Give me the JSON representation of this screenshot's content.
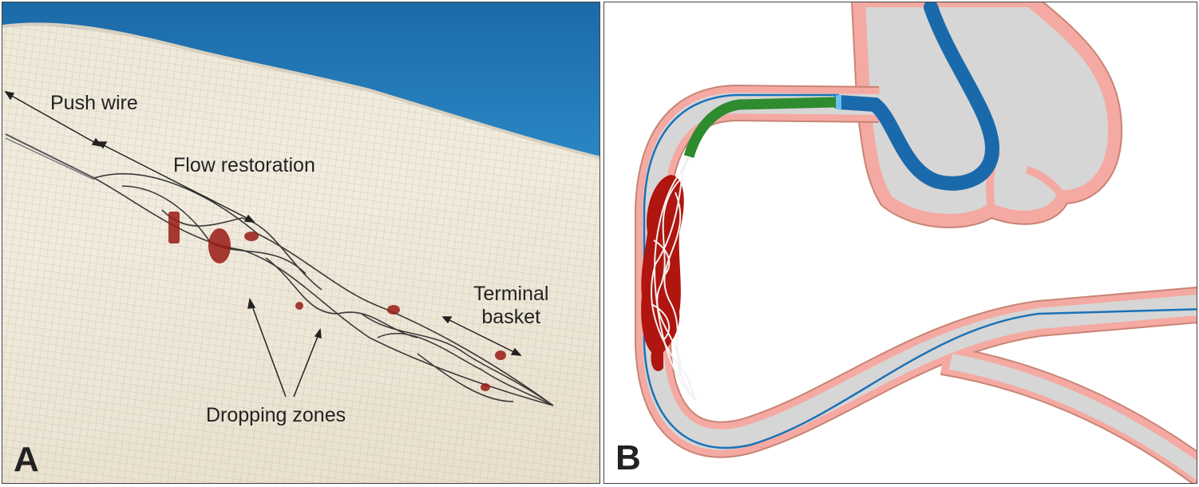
{
  "panel_a": {
    "letter": "A",
    "labels": {
      "push_wire": "Push wire",
      "flow_restoration": "Flow restoration",
      "terminal_basket_l1": "Terminal",
      "terminal_basket_l2": "basket",
      "dropping_zones": "Dropping zones"
    }
  },
  "panel_b": {
    "letter": "B"
  },
  "colors": {
    "vessel_wall": "#f4aaa2",
    "vessel_lumen": "#d6d6d6",
    "catheter": "#1a72b8",
    "intermediate_catheter": "#2e8b2e",
    "clot": "#b0150f"
  }
}
